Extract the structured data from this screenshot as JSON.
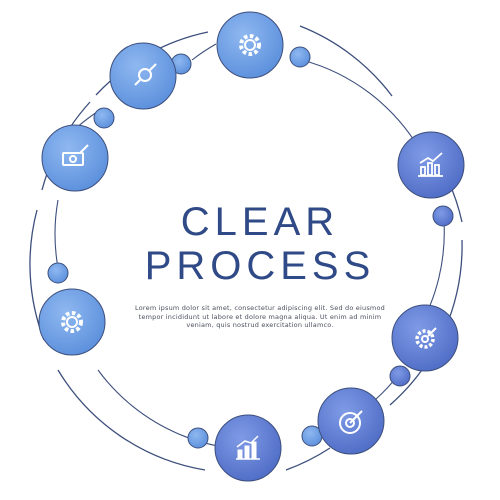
{
  "title": {
    "line1": "CLEAR",
    "line2": "PROCESS"
  },
  "body_text": "Lorem ipsum dolor sit amet, consectetur adipiscing elit. Sed do eiusmod tempor incididunt ut labore et dolore magna aliqua. Ut enim ad minim veniam, quis nostrud exercitation ullamco.",
  "colors": {
    "ring_stroke": "#3d4f7c",
    "node_light": "#6fa0e6",
    "node_dark": "#5e7ed4",
    "icon": "#ffffff",
    "title": "#2f4a86"
  },
  "nodes": [
    {
      "name": "node-gear-top",
      "icon": "gear-icon"
    },
    {
      "name": "node-key",
      "icon": "key-icon"
    },
    {
      "name": "node-ticket",
      "icon": "ticket-icon"
    },
    {
      "name": "node-gear-left",
      "icon": "gear-icon"
    },
    {
      "name": "node-chart-bottom",
      "icon": "bar-chart-icon"
    },
    {
      "name": "node-target",
      "icon": "target-icon"
    },
    {
      "name": "node-settings-right",
      "icon": "gear-target-icon"
    },
    {
      "name": "node-chart-right",
      "icon": "bar-chart-icon"
    }
  ]
}
